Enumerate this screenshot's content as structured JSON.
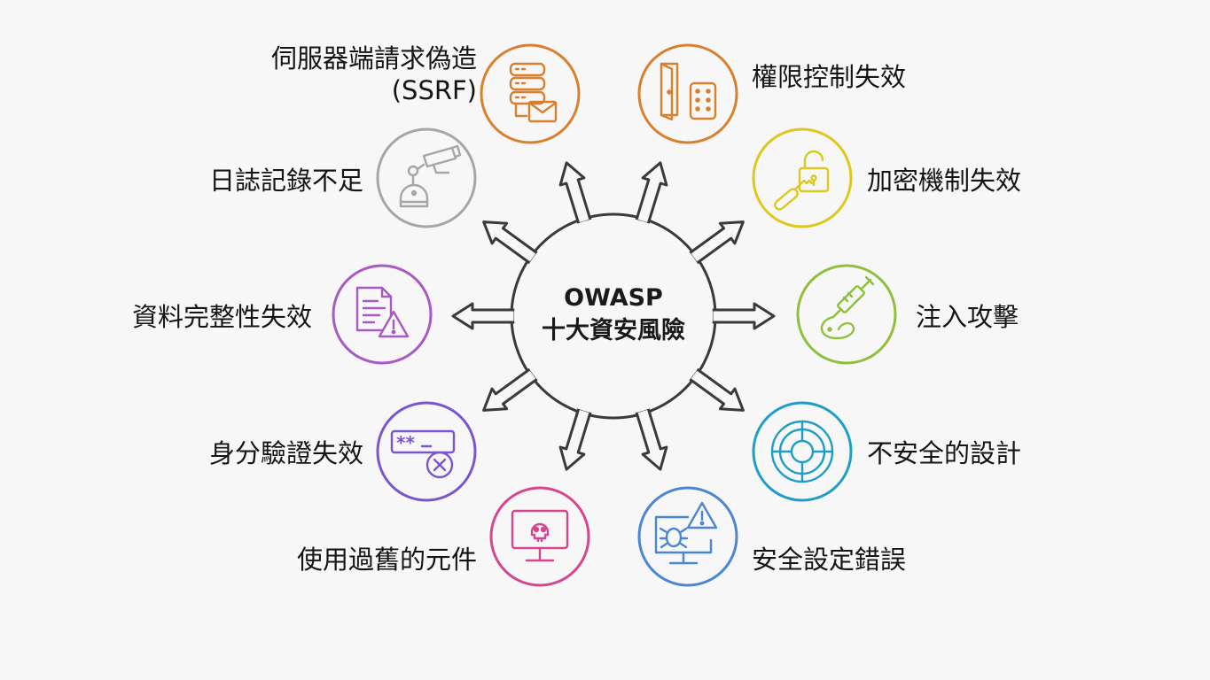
{
  "hub": {
    "line1": "OWASP",
    "line2": "十大資安風險"
  },
  "risks": [
    {
      "id": "ssrf",
      "label_line1": "伺服器端請求偽造",
      "label_line2": "(SSRF)",
      "color": "#d9802f",
      "icon": "server-mail-icon"
    },
    {
      "id": "access-control",
      "label_line1": "權限控制失效",
      "color": "#d9802f",
      "icon": "door-keypad-icon"
    },
    {
      "id": "logging",
      "label_line1": "日誌記錄不足",
      "color": "#a6a6a6",
      "icon": "security-camera-icon"
    },
    {
      "id": "crypto",
      "label_line1": "加密機制失效",
      "color": "#dcc81f",
      "icon": "unlocked-padlock-icon"
    },
    {
      "id": "integrity",
      "label_line1": "資料完整性失效",
      "color": "#a959c4",
      "icon": "document-warning-icon"
    },
    {
      "id": "injection",
      "label_line1": "注入攻擊",
      "color": "#8fbf3c",
      "icon": "syringe-icon"
    },
    {
      "id": "authentication",
      "label_line1": "身分驗證失效",
      "color": "#7a55cf",
      "icon": "password-error-icon"
    },
    {
      "id": "insecure-design",
      "label_line1": "不安全的設計",
      "color": "#1e9ec7",
      "icon": "target-icon"
    },
    {
      "id": "outdated-components",
      "label_line1": "使用過舊的元件",
      "color": "#d6468f",
      "icon": "skull-monitor-icon"
    },
    {
      "id": "misconfiguration",
      "label_line1": "安全設定錯誤",
      "color": "#4a86d4",
      "icon": "bug-monitor-warning-icon"
    }
  ]
}
